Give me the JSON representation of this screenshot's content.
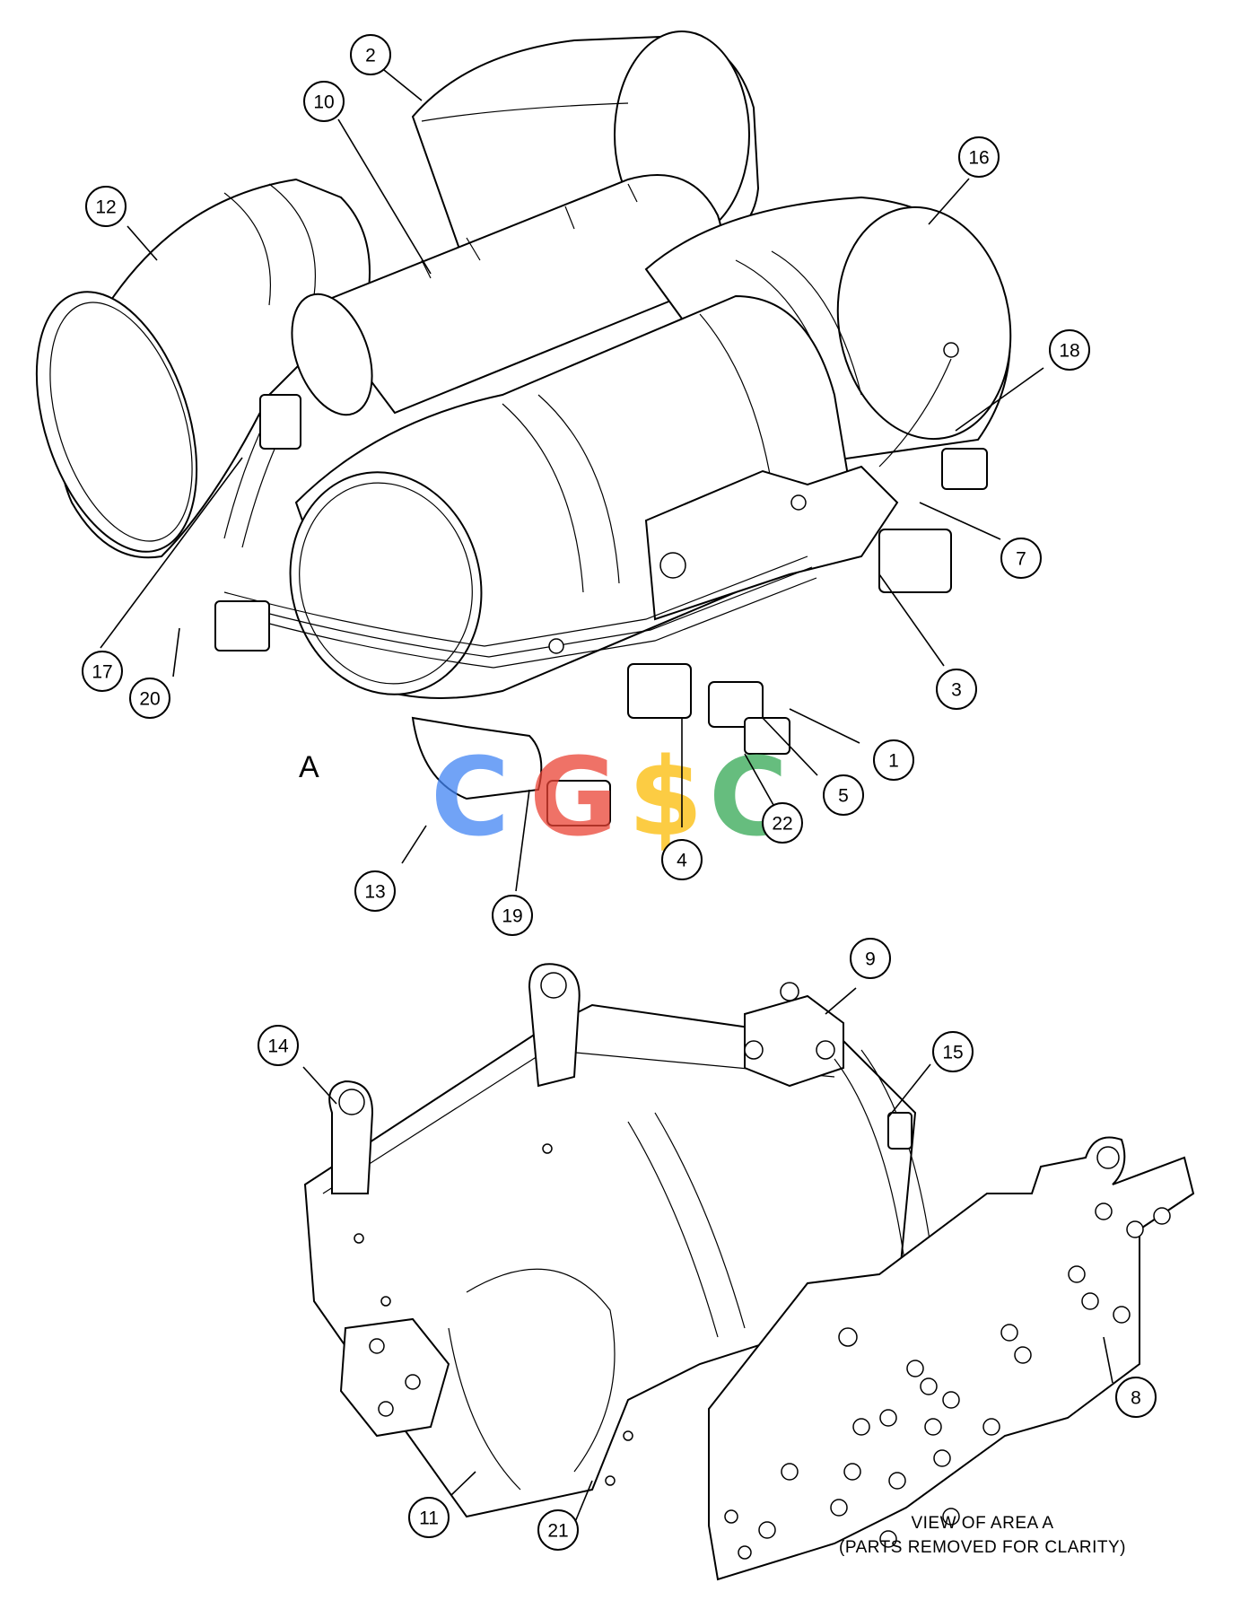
{
  "callouts": [
    {
      "id": "1",
      "label": "1"
    },
    {
      "id": "2",
      "label": "2"
    },
    {
      "id": "3",
      "label": "3"
    },
    {
      "id": "4",
      "label": "4"
    },
    {
      "id": "5",
      "label": "5"
    },
    {
      "id": "7",
      "label": "7"
    },
    {
      "id": "8",
      "label": "8"
    },
    {
      "id": "9",
      "label": "9"
    },
    {
      "id": "10",
      "label": "10"
    },
    {
      "id": "11",
      "label": "11"
    },
    {
      "id": "12",
      "label": "12"
    },
    {
      "id": "13",
      "label": "13"
    },
    {
      "id": "14",
      "label": "14"
    },
    {
      "id": "15",
      "label": "15"
    },
    {
      "id": "16",
      "label": "16"
    },
    {
      "id": "17",
      "label": "17"
    },
    {
      "id": "18",
      "label": "18"
    },
    {
      "id": "19",
      "label": "19"
    },
    {
      "id": "20",
      "label": "20"
    },
    {
      "id": "21",
      "label": "21"
    },
    {
      "id": "22",
      "label": "22"
    }
  ],
  "area_label": "A",
  "caption": {
    "line1": "VIEW OF AREA A",
    "line2": "(PARTS REMOVED FOR CLARITY)"
  },
  "watermark": {
    "letters": [
      "C",
      "G",
      "$",
      "C"
    ],
    "colors": [
      "#4285F4",
      "#EA4335",
      "#FBBC05",
      "#34A853"
    ]
  }
}
